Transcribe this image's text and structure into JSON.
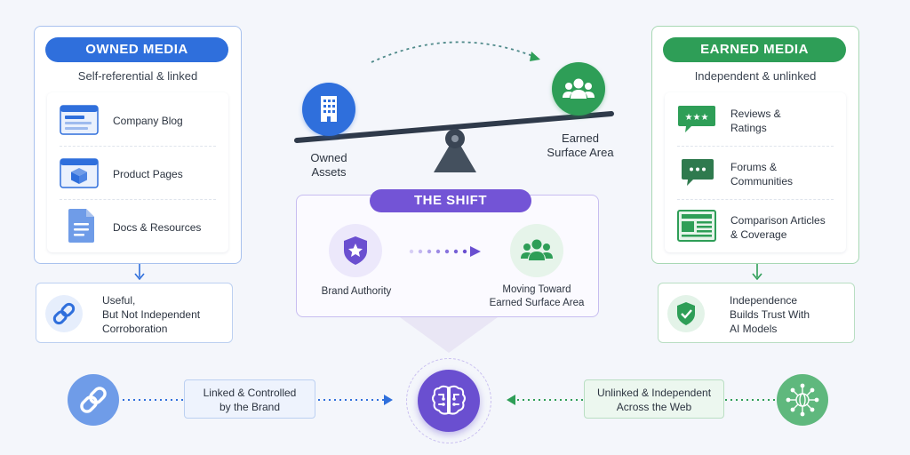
{
  "owned": {
    "title": "OWNED MEDIA",
    "subtitle": "Self-referential & linked",
    "items": [
      {
        "label": "Company Blog",
        "icon": "browser-window-icon"
      },
      {
        "label": "Product Pages",
        "icon": "product-box-icon"
      },
      {
        "label": "Docs & Resources",
        "icon": "document-icon"
      }
    ],
    "result": [
      "Useful,",
      "But Not Independent",
      "Corroboration"
    ]
  },
  "earned": {
    "title": "EARNED MEDIA",
    "subtitle": "Independent & unlinked",
    "items": [
      {
        "label1": "Reviews &",
        "label2": "Ratings",
        "icon": "star-rating-icon"
      },
      {
        "label1": "Forums &",
        "label2": "Communities",
        "icon": "chat-bubble-icon"
      },
      {
        "label1": "Comparison Articles",
        "label2": "& Coverage",
        "icon": "newspaper-icon"
      }
    ],
    "result": [
      "Independence",
      "Builds Trust With",
      "AI Models"
    ]
  },
  "scale": {
    "left_label": [
      "Owned",
      "Assets"
    ],
    "right_label": [
      "Earned",
      "Surface Area"
    ]
  },
  "shift": {
    "title": "THE SHIFT",
    "from_label": "Brand Authority",
    "to_label": [
      "Moving Toward",
      "Earned Surface Area"
    ]
  },
  "bottom": {
    "left_label": [
      "Linked & Controlled",
      "by the Brand"
    ],
    "right_label": [
      "Unlinked & Independent",
      "Across the Web"
    ]
  },
  "colors": {
    "blue": "#2f6fdc",
    "green": "#2e9e57",
    "purple": "#6a4fd0",
    "dark": "#2f3a4a"
  }
}
